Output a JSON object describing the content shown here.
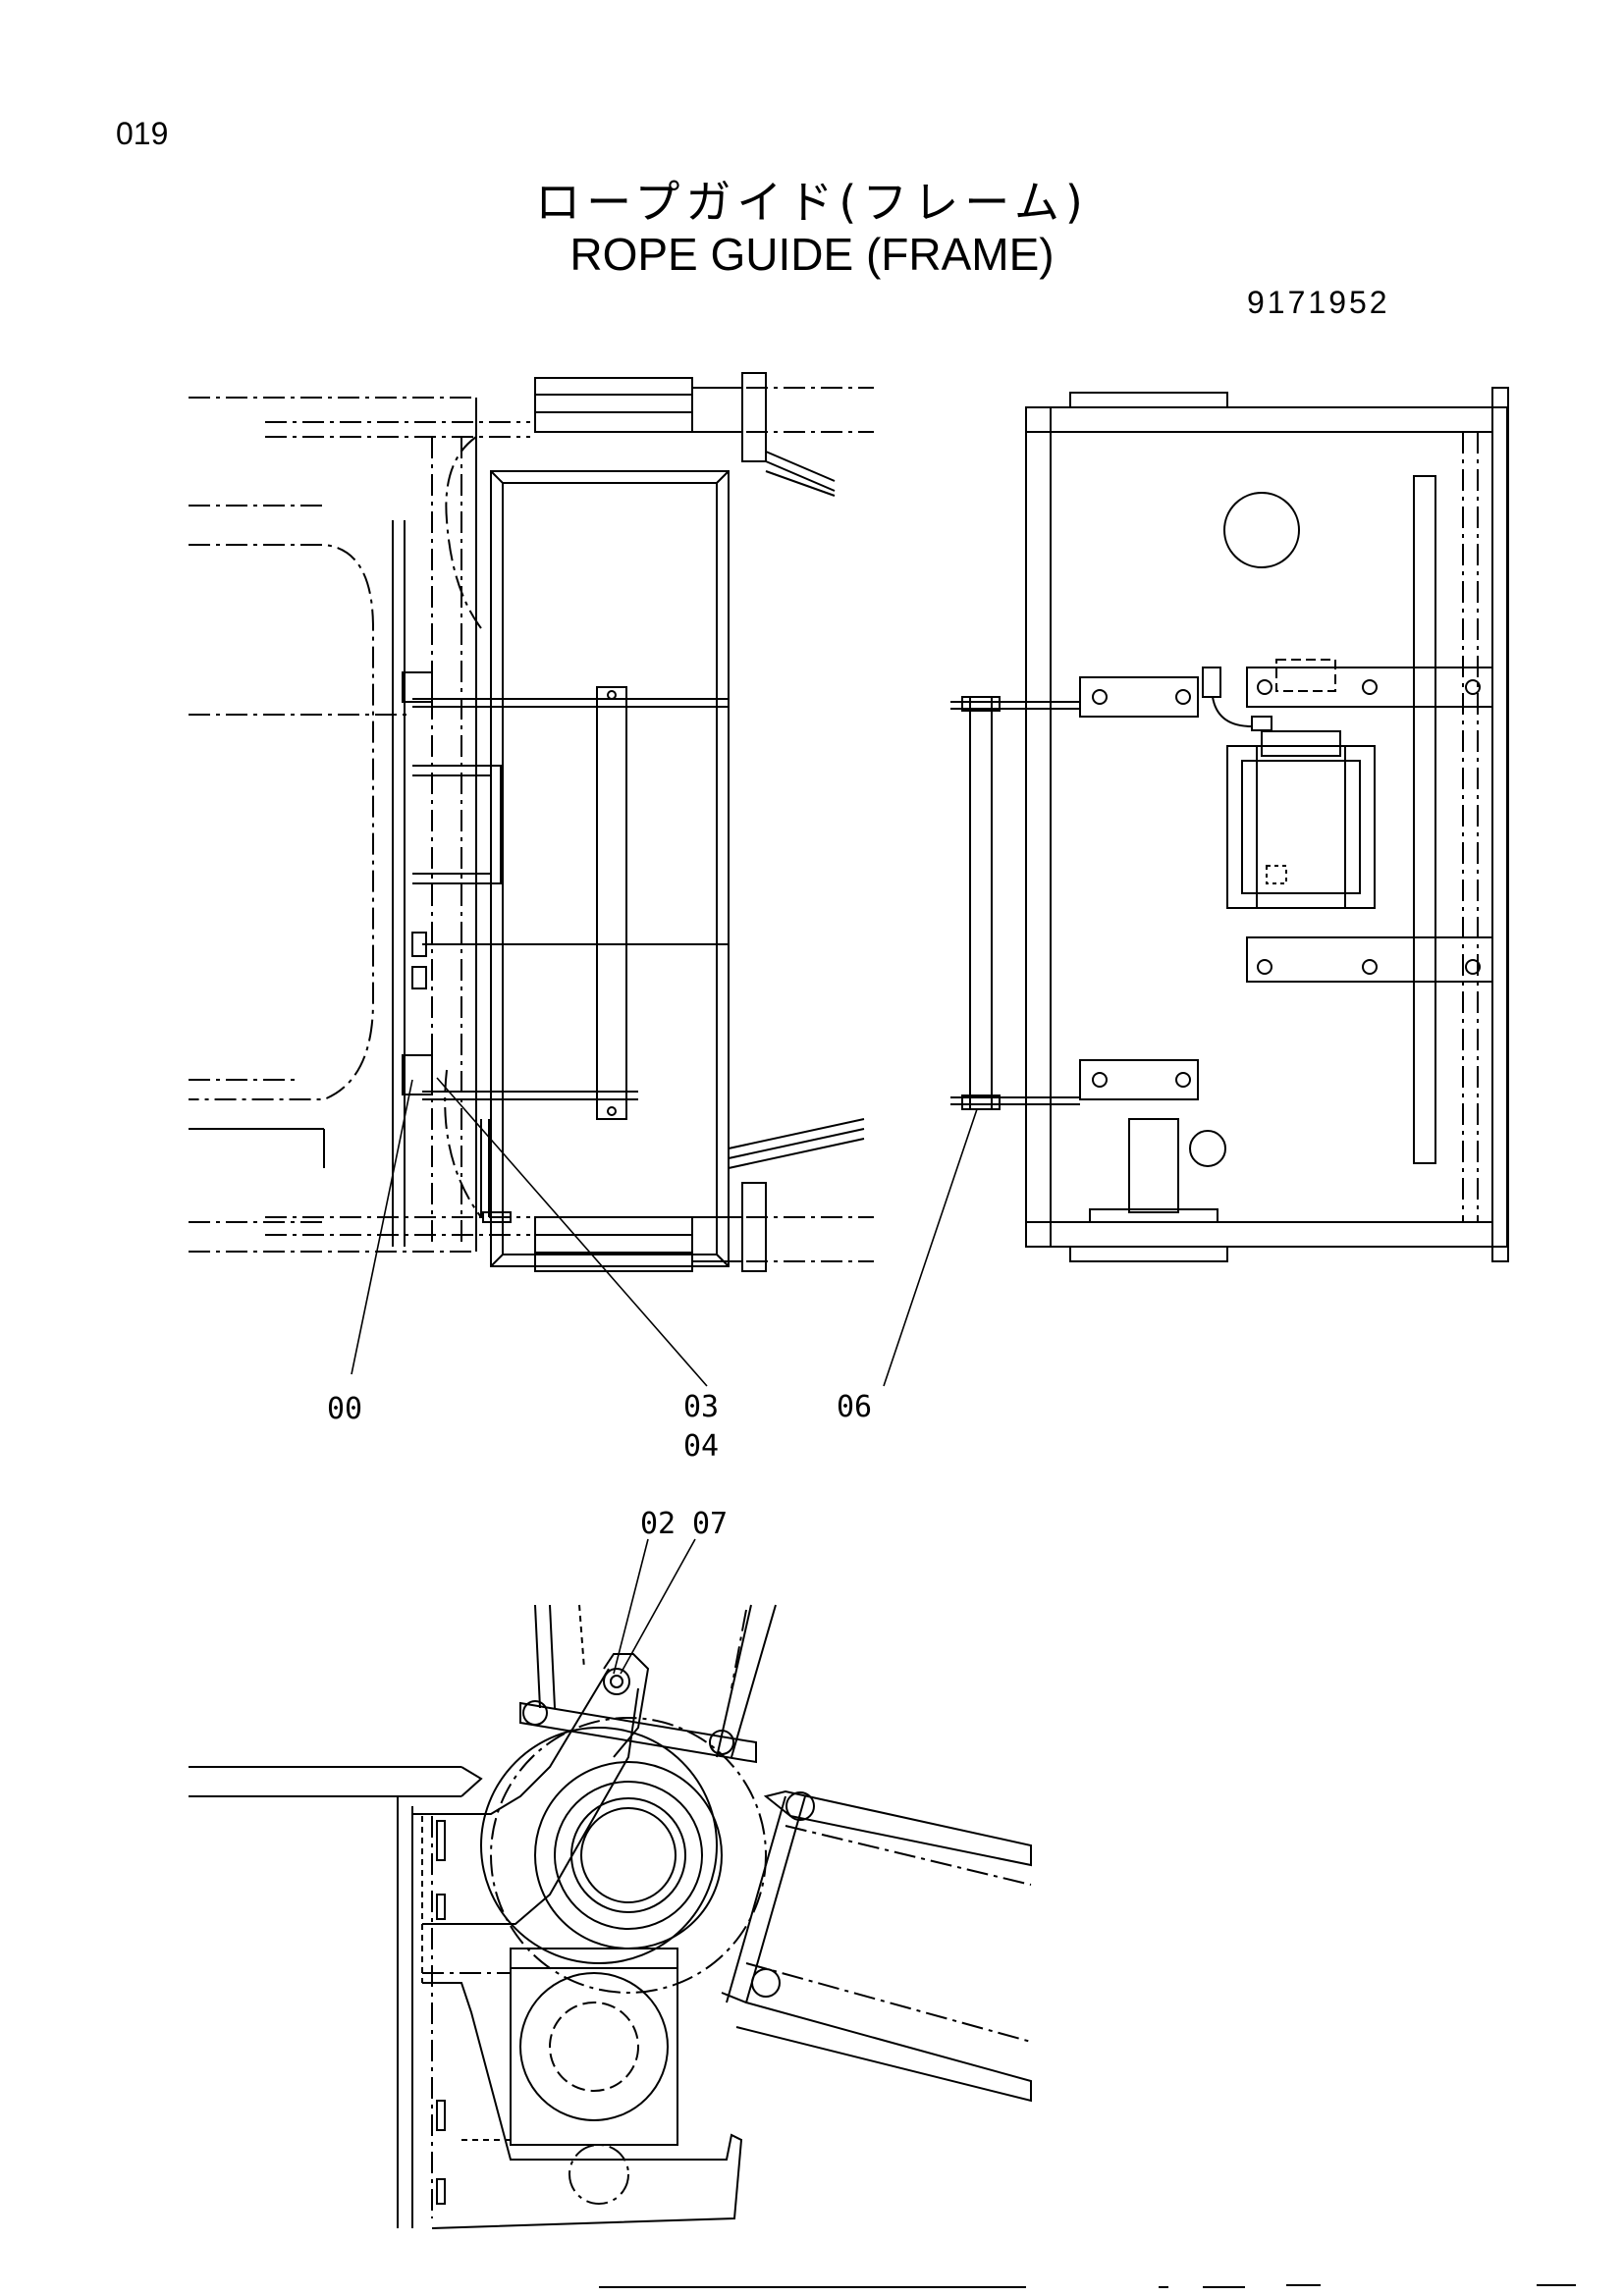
{
  "page": {
    "page_number": "019",
    "title_jp": "ロープガイド(フレーム)",
    "title_en": "ROPE GUIDE (FRAME)",
    "part_number": "9171952"
  },
  "callouts": [
    {
      "id": "00",
      "label": "00"
    },
    {
      "id": "03",
      "label": "03"
    },
    {
      "id": "04",
      "label": "04"
    },
    {
      "id": "06",
      "label": "06"
    },
    {
      "id": "02",
      "label": "02"
    },
    {
      "id": "07",
      "label": "07"
    }
  ],
  "colors": {
    "line": "#000000",
    "background": "#ffffff"
  }
}
